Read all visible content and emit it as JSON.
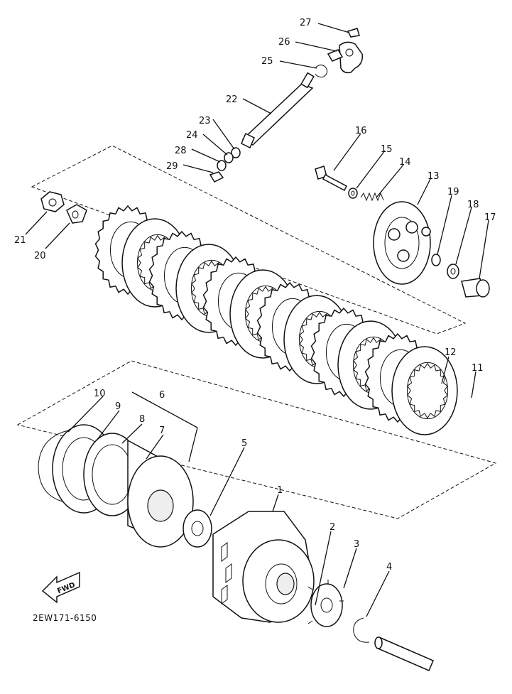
{
  "labels": {
    "p1": "1",
    "p2": "2",
    "p3": "3",
    "p4": "4",
    "p5": "5",
    "p6": "6",
    "p7": "7",
    "p8": "8",
    "p9": "9",
    "p10": "10",
    "p11": "11",
    "p12": "12",
    "p13": "13",
    "p14": "14",
    "p15": "15",
    "p16": "16",
    "p17": "17",
    "p18": "18",
    "p19": "19",
    "p20": "20",
    "p21": "21",
    "p22": "22",
    "p23": "23",
    "p24": "24",
    "p25": "25",
    "p26": "26",
    "p27": "27",
    "p28": "28",
    "p29": "29"
  },
  "fwd_arrow": "FWD",
  "drawing_code": "2EW171-6150"
}
